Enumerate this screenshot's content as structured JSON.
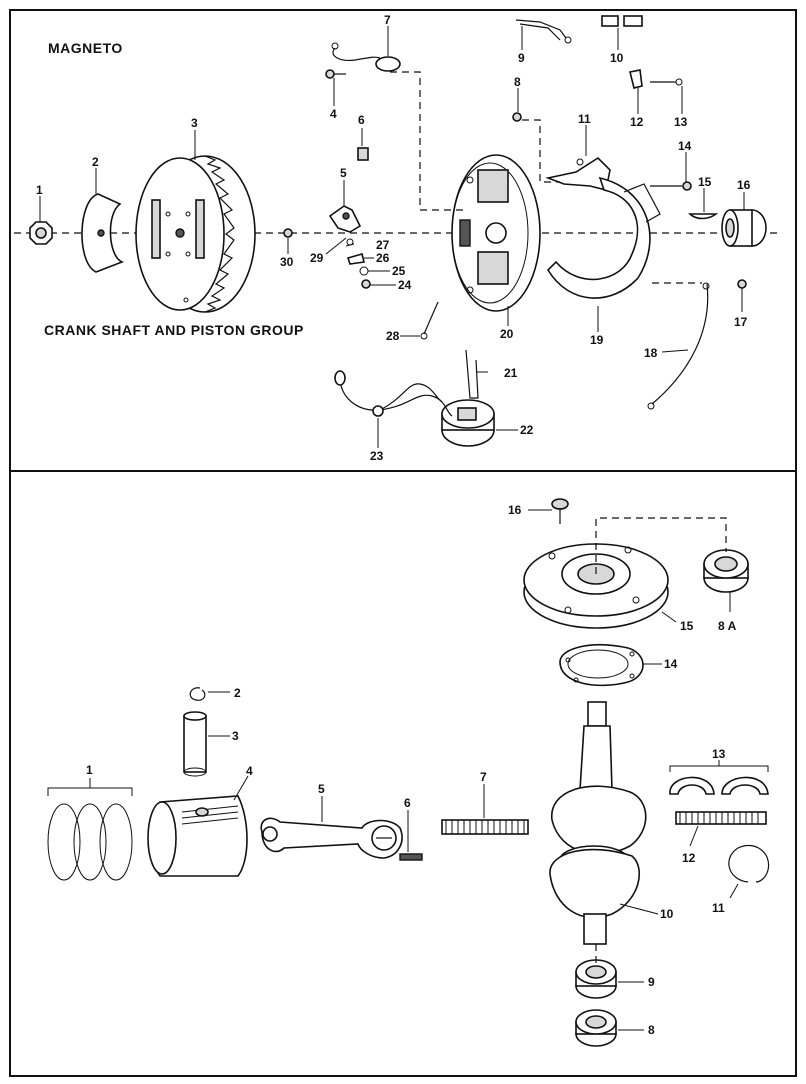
{
  "sections": {
    "magneto": {
      "title": "MAGNETO",
      "labels": {
        "p1": "1",
        "p2": "2",
        "p3": "3",
        "p4": "4",
        "p5": "5",
        "p6": "6",
        "p7": "7",
        "p8": "8",
        "p9": "9",
        "p10": "10",
        "p11": "11",
        "p12": "12",
        "p13": "13",
        "p14": "14",
        "p15": "15",
        "p16": "16",
        "p17": "17",
        "p18": "18",
        "p19": "19",
        "p20": "20",
        "p21": "21",
        "p22": "22",
        "p23": "23",
        "p24": "24",
        "p25": "25",
        "p26": "26",
        "p27": "27",
        "p28": "28",
        "p29": "29",
        "p30": "30"
      }
    },
    "crankshaft": {
      "title": "CRANK SHAFT AND PISTON GROUP",
      "labels": {
        "p1": "1",
        "p2": "2",
        "p3": "3",
        "p4": "4",
        "p5": "5",
        "p6": "6",
        "p7": "7",
        "p8": "8",
        "p8a": "8 A",
        "p9": "9",
        "p10": "10",
        "p11": "11",
        "p12": "12",
        "p13": "13",
        "p14": "14",
        "p15": "15",
        "p16": "16"
      }
    }
  },
  "colors": {
    "ink": "#111111",
    "paper": "#ffffff",
    "shade": "#d8d8d8"
  }
}
